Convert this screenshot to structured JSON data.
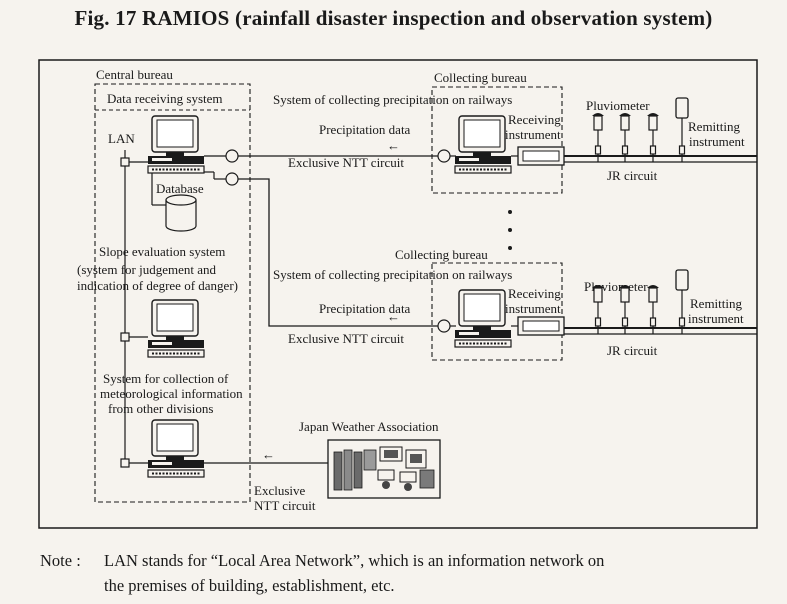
{
  "title": "Fig. 17 RAMIOS (rainfall disaster inspection and observation system)",
  "central": {
    "label": "Central bureau",
    "data_receiving": "Data receiving system",
    "lan": "LAN",
    "database": "Database",
    "slope_line1": "Slope evaluation system",
    "slope_line2": "(system for judgement and",
    "slope_line3": "indication of degree of danger)",
    "met_line1": "System for collection of",
    "met_line2": "meteorological information",
    "met_line3": "from other divisions"
  },
  "bureau1": {
    "label": "Collecting bureau",
    "system": "System of collecting precipitation on railways",
    "precip": "Precipitation data",
    "ntt": "Exclusive NTT circuit",
    "receiving1": "Receiving",
    "receiving2": "instrument",
    "pluviometer": "Pluviometer",
    "remitting1": "Remitting",
    "remitting2": "instrument",
    "jr": "JR circuit"
  },
  "bureau2": {
    "label": "Collecting bureau",
    "system": "System of collecting precipitation on railways",
    "precip": "Precipitation data",
    "ntt": "Exclusive NTT circuit",
    "receiving1": "Receiving",
    "receiving2": "instrument",
    "pluviometer": "Pluviometer",
    "remitting1": "Remitting",
    "remitting2": "instrument",
    "jr": "JR circuit"
  },
  "jwa": {
    "label": "Japan Weather Association",
    "ntt1": "Exclusive",
    "ntt2": "NTT circuit"
  },
  "note": {
    "label": "Note :",
    "line1": "LAN stands for “Local Area Network”, which is an information network on",
    "line2": "the premises of building, establishment, etc."
  }
}
